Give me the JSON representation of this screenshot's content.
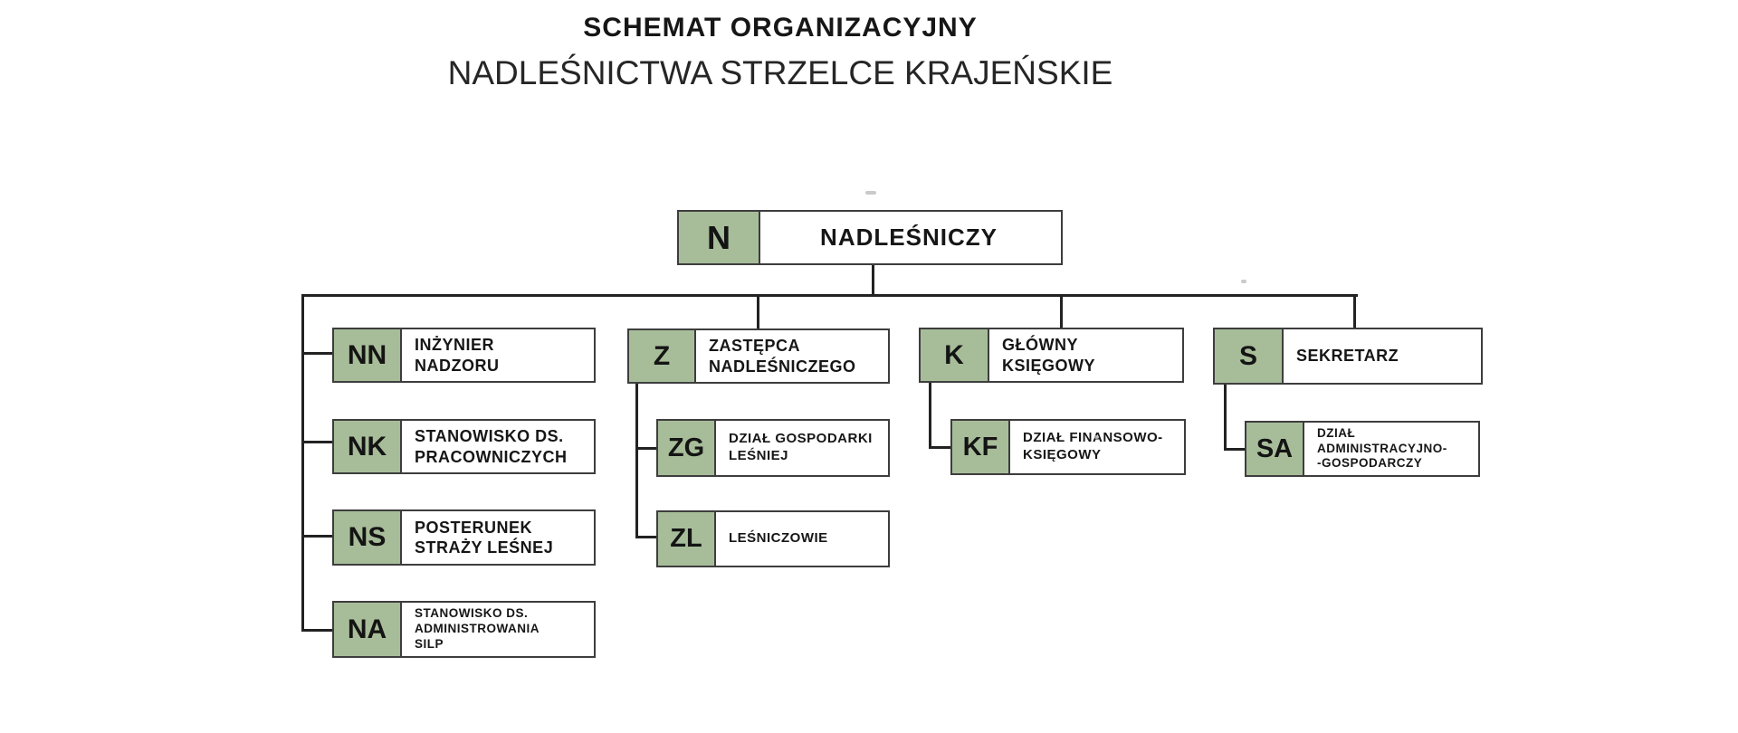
{
  "page": {
    "title_line1": "SCHEMAT ORGANIZACYJNY",
    "title_line2": "NADLEŚNICTWA STRZELCE KRAJEŃSKIE"
  },
  "colors": {
    "background": "#ffffff",
    "code_cell_green": "#a7bd99",
    "node_border": "#3d3d3d",
    "connector_line": "#222222",
    "text": "#161616"
  },
  "org": {
    "root": "n",
    "hierarchy": {
      "n": [
        "nn",
        "nk",
        "ns",
        "na",
        "z",
        "k",
        "s"
      ],
      "z": [
        "zg",
        "zl"
      ],
      "k": [
        "kf"
      ],
      "s": [
        "sa"
      ]
    },
    "nodes": {
      "n": {
        "code": "N",
        "label": "NADLEŚNICZY"
      },
      "nn": {
        "code": "NN",
        "label": "INŻYNIER\nNADZORU"
      },
      "nk": {
        "code": "NK",
        "label": "STANOWISKO DS.\nPRACOWNICZYCH"
      },
      "ns": {
        "code": "NS",
        "label": "POSTERUNEK\nSTRAŻY LEŚNEJ"
      },
      "na": {
        "code": "NA",
        "label": "STANOWISKO DS.\nADMINISTROWANIA\nSILP"
      },
      "z": {
        "code": "Z",
        "label": "ZASTĘPCA\nNADLEŚNICZEGO"
      },
      "zg": {
        "code": "ZG",
        "label": "DZIAŁ GOSPODARKI\nLEŚNIEJ"
      },
      "zl": {
        "code": "ZL",
        "label": "LEŚNICZOWIE"
      },
      "k": {
        "code": "K",
        "label": "GŁÓWNY\nKSIĘGOWY"
      },
      "kf": {
        "code": "KF",
        "label": "DZIAŁ FINANSOWO-\nKSIĘGOWY"
      },
      "s": {
        "code": "S",
        "label": "SEKRETARZ"
      },
      "sa": {
        "code": "SA",
        "label": "DZIAŁ\nADMINISTRACYJNO-\n-GOSPODARCZY"
      }
    }
  }
}
